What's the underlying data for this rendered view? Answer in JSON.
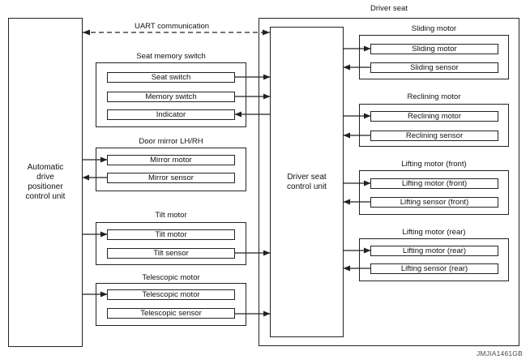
{
  "figure_code": "JMJIA1461GB",
  "uart": {
    "label": "UART communication"
  },
  "left_unit": {
    "lines": [
      "Automatic",
      "drive",
      "positioner",
      "control unit"
    ]
  },
  "driver_seat": {
    "label": "Driver seat",
    "control_unit_lines": [
      "Driver seat",
      "control unit"
    ]
  },
  "left_groups": [
    {
      "title": "Seat memory switch",
      "items": [
        "Seat switch",
        "Memory switch",
        "Indicator"
      ]
    },
    {
      "title": "Door mirror LH/RH",
      "items": [
        "Mirror motor",
        "Mirror sensor"
      ]
    },
    {
      "title": "Tilt motor",
      "items": [
        "Tilt motor",
        "Tilt sensor"
      ]
    },
    {
      "title": "Telescopic motor",
      "items": [
        "Telescopic motor",
        "Telescopic sensor"
      ]
    }
  ],
  "right_groups": [
    {
      "title": "Sliding motor",
      "items": [
        "Sliding motor",
        "Sliding sensor"
      ]
    },
    {
      "title": "Reclining motor",
      "items": [
        "Reclining motor",
        "Reclining sensor"
      ]
    },
    {
      "title": "Lifting motor (front)",
      "items": [
        "Lifting motor (front)",
        "Lifting sensor (front)"
      ]
    },
    {
      "title": "Lifting motor (rear)",
      "items": [
        "Lifting motor (rear)",
        "Lifting sensor (rear)"
      ]
    }
  ],
  "connections": [
    {
      "from": "Automatic drive positioner control unit",
      "to": "Driver seat control unit",
      "label": "UART communication",
      "style": "dashed",
      "bidirectional": true
    },
    {
      "from": "Seat switch",
      "to": "Driver seat control unit",
      "style": "solid"
    },
    {
      "from": "Memory switch",
      "to": "Driver seat control unit",
      "style": "solid"
    },
    {
      "from": "Driver seat control unit",
      "to": "Indicator",
      "style": "solid"
    },
    {
      "from": "Automatic drive positioner control unit",
      "to": "Mirror motor",
      "style": "solid"
    },
    {
      "from": "Mirror sensor",
      "to": "Automatic drive positioner control unit",
      "style": "solid"
    },
    {
      "from": "Automatic drive positioner control unit",
      "to": "Tilt motor",
      "style": "solid"
    },
    {
      "from": "Tilt sensor",
      "to": "Driver seat control unit",
      "style": "solid"
    },
    {
      "from": "Automatic drive positioner control unit",
      "to": "Telescopic motor",
      "style": "solid"
    },
    {
      "from": "Telescopic sensor",
      "to": "Driver seat control unit",
      "style": "solid"
    },
    {
      "from": "Driver seat control unit",
      "to": "Sliding motor",
      "style": "solid"
    },
    {
      "from": "Sliding sensor",
      "to": "Driver seat control unit",
      "style": "solid"
    },
    {
      "from": "Driver seat control unit",
      "to": "Reclining motor",
      "style": "solid"
    },
    {
      "from": "Reclining sensor",
      "to": "Driver seat control unit",
      "style": "solid"
    },
    {
      "from": "Driver seat control unit",
      "to": "Lifting motor (front)",
      "style": "solid"
    },
    {
      "from": "Lifting sensor (front)",
      "to": "Driver seat control unit",
      "style": "solid"
    },
    {
      "from": "Driver seat control unit",
      "to": "Lifting motor (rear)",
      "style": "solid"
    },
    {
      "from": "Lifting sensor (rear)",
      "to": "Driver seat control unit",
      "style": "solid"
    }
  ],
  "colors": {
    "line": "#222222",
    "background": "#ffffff",
    "text": "#111111",
    "watermark": "#4a4a4a"
  }
}
